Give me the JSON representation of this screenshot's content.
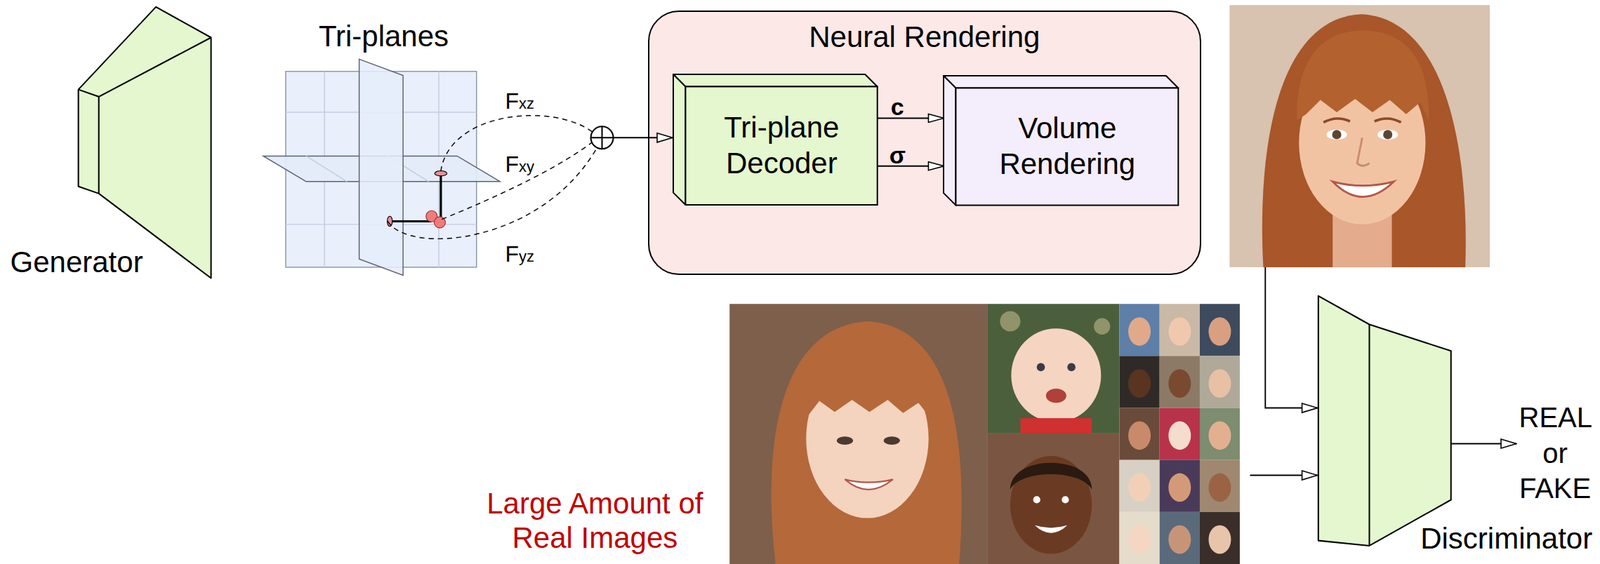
{
  "diagram": {
    "nodes": [
      {
        "text": [
          "Generator"
        ]
      },
      {
        "text": [
          "Neural Rendering"
        ]
      },
      {
        "text": [
          "Tri-plane Decoder"
        ],
        "in": 1
      },
      {
        "text": [
          "Volume Rendering"
        ],
        "in": 1
      },
      {
        "text": [
          "Discriminator"
        ]
      }
    ],
    "edges": [
      {
        "from": 2,
        "to": 3,
        "label": "c",
        "arrow": "to"
      },
      {
        "from": 2,
        "to": 3,
        "label": "σ",
        "arrow": "to"
      }
    ],
    "labels": [
      "Tri-planes",
      "Fxz",
      "Fxy",
      "Fyz",
      "Large Amount of Real Images",
      "REAL or FAKE"
    ]
  }
}
